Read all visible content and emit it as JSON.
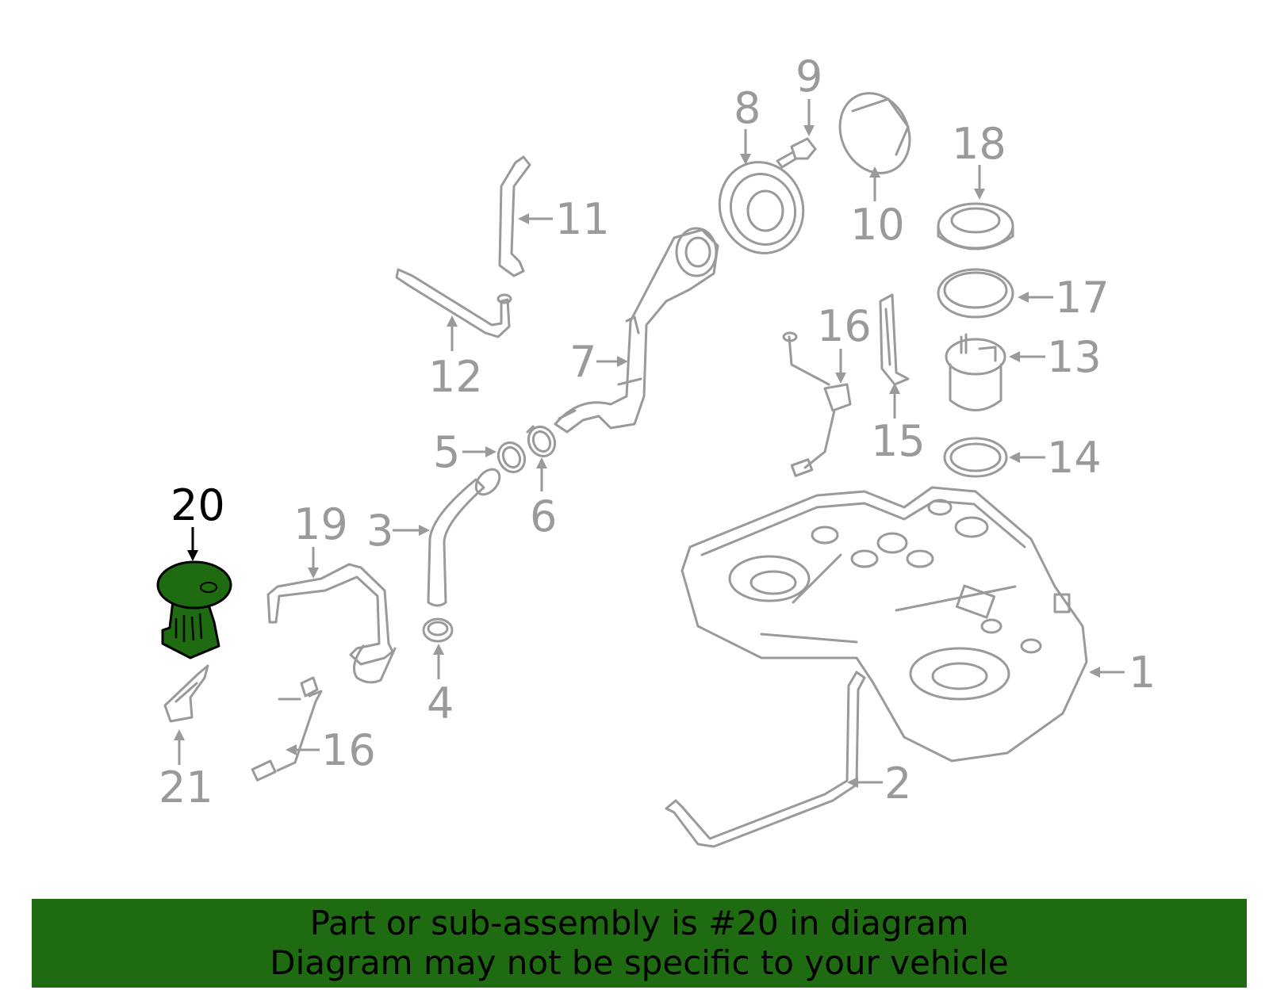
{
  "diagram": {
    "callouts": [
      {
        "id": "1",
        "label": "1"
      },
      {
        "id": "2",
        "label": "2"
      },
      {
        "id": "3",
        "label": "3"
      },
      {
        "id": "4",
        "label": "4"
      },
      {
        "id": "5",
        "label": "5"
      },
      {
        "id": "6",
        "label": "6"
      },
      {
        "id": "7",
        "label": "7"
      },
      {
        "id": "8",
        "label": "8"
      },
      {
        "id": "9",
        "label": "9"
      },
      {
        "id": "10",
        "label": "10"
      },
      {
        "id": "11",
        "label": "11"
      },
      {
        "id": "12",
        "label": "12"
      },
      {
        "id": "13",
        "label": "13"
      },
      {
        "id": "14",
        "label": "14"
      },
      {
        "id": "15",
        "label": "15"
      },
      {
        "id": "16a",
        "label": "16"
      },
      {
        "id": "16b",
        "label": "16"
      },
      {
        "id": "17",
        "label": "17"
      },
      {
        "id": "18",
        "label": "18"
      },
      {
        "id": "19",
        "label": "19"
      },
      {
        "id": "20",
        "label": "20"
      },
      {
        "id": "21",
        "label": "21"
      }
    ],
    "highlighted_part": "20",
    "highlight_color": "#1f6b12",
    "line_color": "#9a9a9a"
  },
  "banner": {
    "line1": "Part or sub-assembly is #20 in diagram",
    "line2": "Diagram may not be specific to your vehicle",
    "background": "#1f6b12"
  }
}
